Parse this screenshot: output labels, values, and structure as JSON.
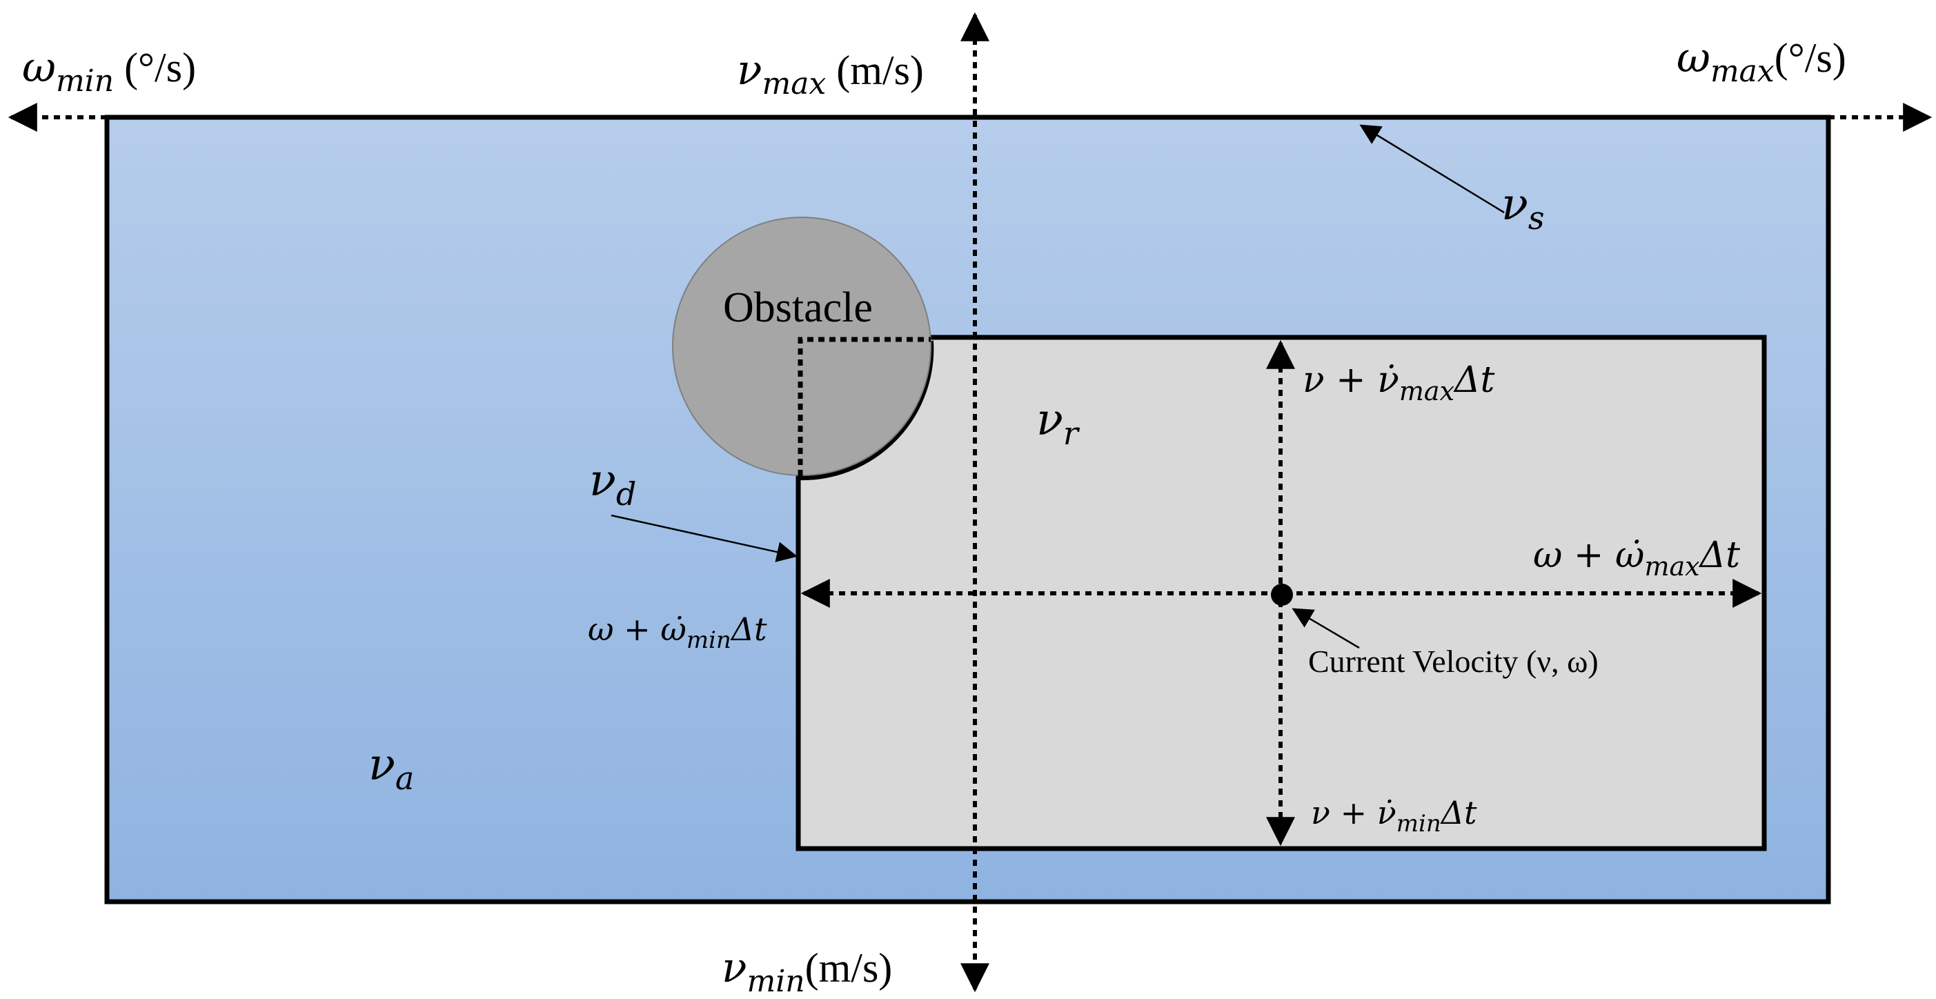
{
  "colors": {
    "search_space_top": "#b6cdeb",
    "search_space_bottom": "#8fb3e1",
    "dynamic_window_fill": "#d9d9d9",
    "obstacle_fill": "#a6a6a6",
    "line": "#000000"
  },
  "axes": {
    "omega_min": {
      "sym": "ω",
      "sub": "min",
      "unit": " (°/s)"
    },
    "omega_max": {
      "sym": "ω",
      "sub": "max",
      "unit": "(°/s)"
    },
    "v_max": {
      "sym": "ν",
      "sub": "max",
      "unit": " (m/s)"
    },
    "v_min": {
      "sym": "ν",
      "sub": "min",
      "unit": "(m/s)"
    }
  },
  "regions": {
    "vs": {
      "sym": "ν",
      "sub": "s"
    },
    "vr": {
      "sym": "ν",
      "sub": "r"
    },
    "vd": {
      "sym": "ν",
      "sub": "d"
    },
    "va": {
      "sym": "ν",
      "sub": "a"
    }
  },
  "obstacle_label": "Obstacle",
  "current_velocity_label": "Current Velocity (ν, ω)",
  "bounds": {
    "v_upper": {
      "lead": "ν + ",
      "sym": "ν̇",
      "sub": "max",
      "tail": "Δt"
    },
    "v_lower": {
      "lead": "ν + ",
      "sym": "ν̇",
      "sub": "min",
      "tail": "Δt"
    },
    "w_upper": {
      "lead": "ω + ",
      "sym": "ω̇",
      "sub": "max",
      "tail": "Δt"
    },
    "w_lower": {
      "lead": "ω + ",
      "sym": "ω̇",
      "sub": "min",
      "tail": "Δt"
    }
  }
}
